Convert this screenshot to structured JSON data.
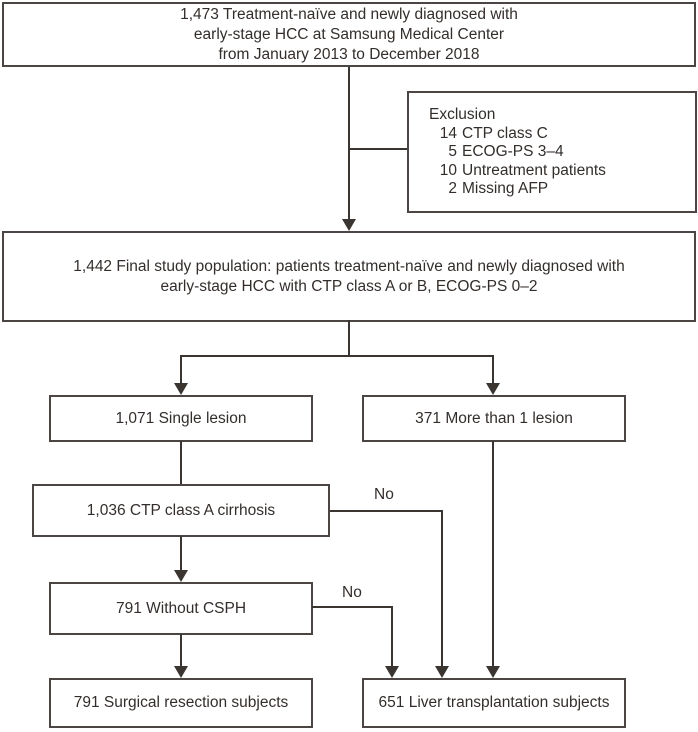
{
  "figure": {
    "type": "flowchart",
    "background": "#ffffff",
    "line_color": "#3a3531",
    "text_color": "#332e2b",
    "nodes": {
      "initial": {
        "lines": [
          "1,473 Treatment-naïve and newly diagnosed with",
          "early-stage HCC at Samsung Medical Center",
          "from January 2013 to December 2018"
        ]
      },
      "exclusion": {
        "title": "Exclusion",
        "items": [
          {
            "count": "14",
            "label": "CTP class C"
          },
          {
            "count": "5",
            "label": "ECOG-PS 3–4"
          },
          {
            "count": "10",
            "label": "Untreatment patients"
          },
          {
            "count": "2",
            "label": "Missing AFP"
          }
        ]
      },
      "final": {
        "lines": [
          "1,442 Final study population: patients treatment-naïve and newly diagnosed with",
          "early-stage HCC with CTP class A or B, ECOG-PS 0–2"
        ]
      },
      "single_lesion": {
        "label": "1,071 Single lesion"
      },
      "multiple_lesion": {
        "label": "371 More than 1 lesion"
      },
      "ctp_a_cirrhosis": {
        "label": "1,036 CTP class A cirrhosis"
      },
      "without_csph": {
        "label": "791 Without CSPH"
      },
      "surgical_resection": {
        "label": "791 Surgical resection subjects"
      },
      "liver_transplant": {
        "label": "651 Liver transplantation subjects"
      }
    },
    "edge_labels": {
      "no_cirrhosis": "No",
      "no_csph": "No"
    }
  }
}
